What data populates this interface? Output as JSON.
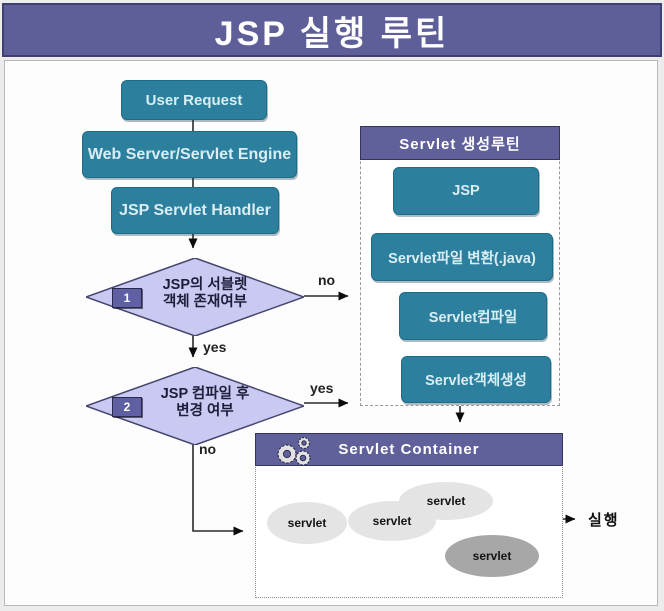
{
  "title": "JSP 실행 루틴",
  "flow": {
    "boxes": [
      "User Request",
      "Web Server/Servlet Engine",
      "JSP Servlet Handler"
    ],
    "decisions": [
      {
        "number": "1",
        "text_line1": "JSP의 서블렛",
        "text_line2": "객체 존재여부",
        "branch_right": "no",
        "branch_down": "yes"
      },
      {
        "number": "2",
        "text_line1": "JSP 컴파일 후",
        "text_line2": "변경 여부",
        "branch_right": "yes",
        "branch_down": "no"
      }
    ]
  },
  "servlet_creation_panel": {
    "title": "Servlet 생성루틴",
    "steps": [
      "JSP",
      "Servlet파일 변환(.java)",
      "Servlet컴파일",
      "Servlet객체생성"
    ]
  },
  "servlet_container": {
    "title": "Servlet Container",
    "icon": "gears-icon",
    "servlets": [
      "servlet",
      "servlet",
      "servlet",
      "servlet"
    ]
  },
  "execute_label": "실행",
  "colors": {
    "titlebar_bg": "#5e5e99",
    "teal_box_bg": "#2d7f9e",
    "teal_box_text": "#d8eef4",
    "diamond_fill": "#c9c9f1",
    "diamond_border": "#45456e",
    "header_purple": "#60609b",
    "badge_bg": "#5f5fa3",
    "ellipse_light": "#e4e4e4",
    "ellipse_dark": "#a7a7a7",
    "line_color": "#2b2b2b"
  }
}
